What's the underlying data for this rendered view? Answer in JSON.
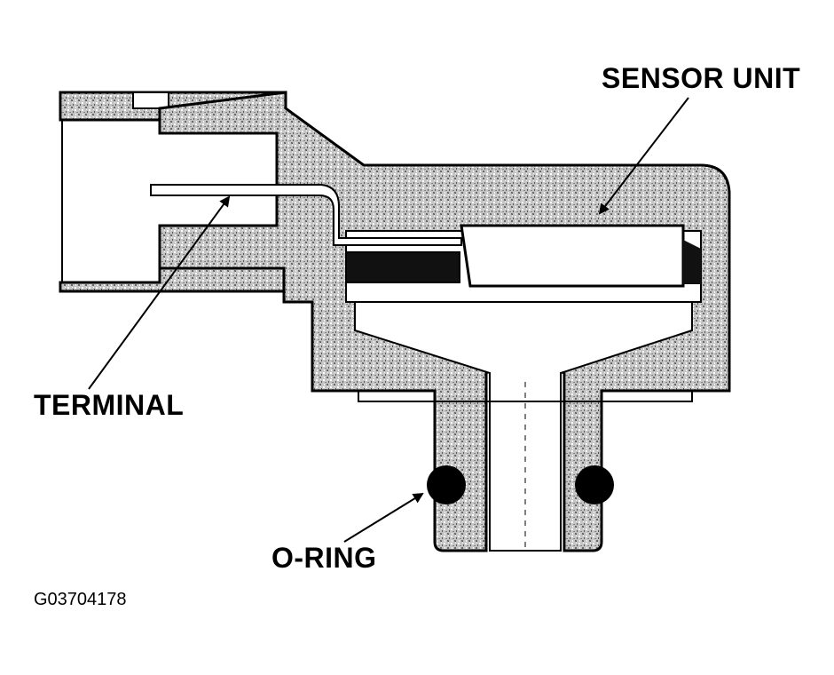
{
  "labels": {
    "sensor_unit": "SENSOR UNIT",
    "terminal": "TERMINAL",
    "o_ring": "O-RING"
  },
  "figure_code": "G03704178",
  "colors": {
    "line": "#000000",
    "fill": "#c8c8c8",
    "background": "#ffffff"
  }
}
